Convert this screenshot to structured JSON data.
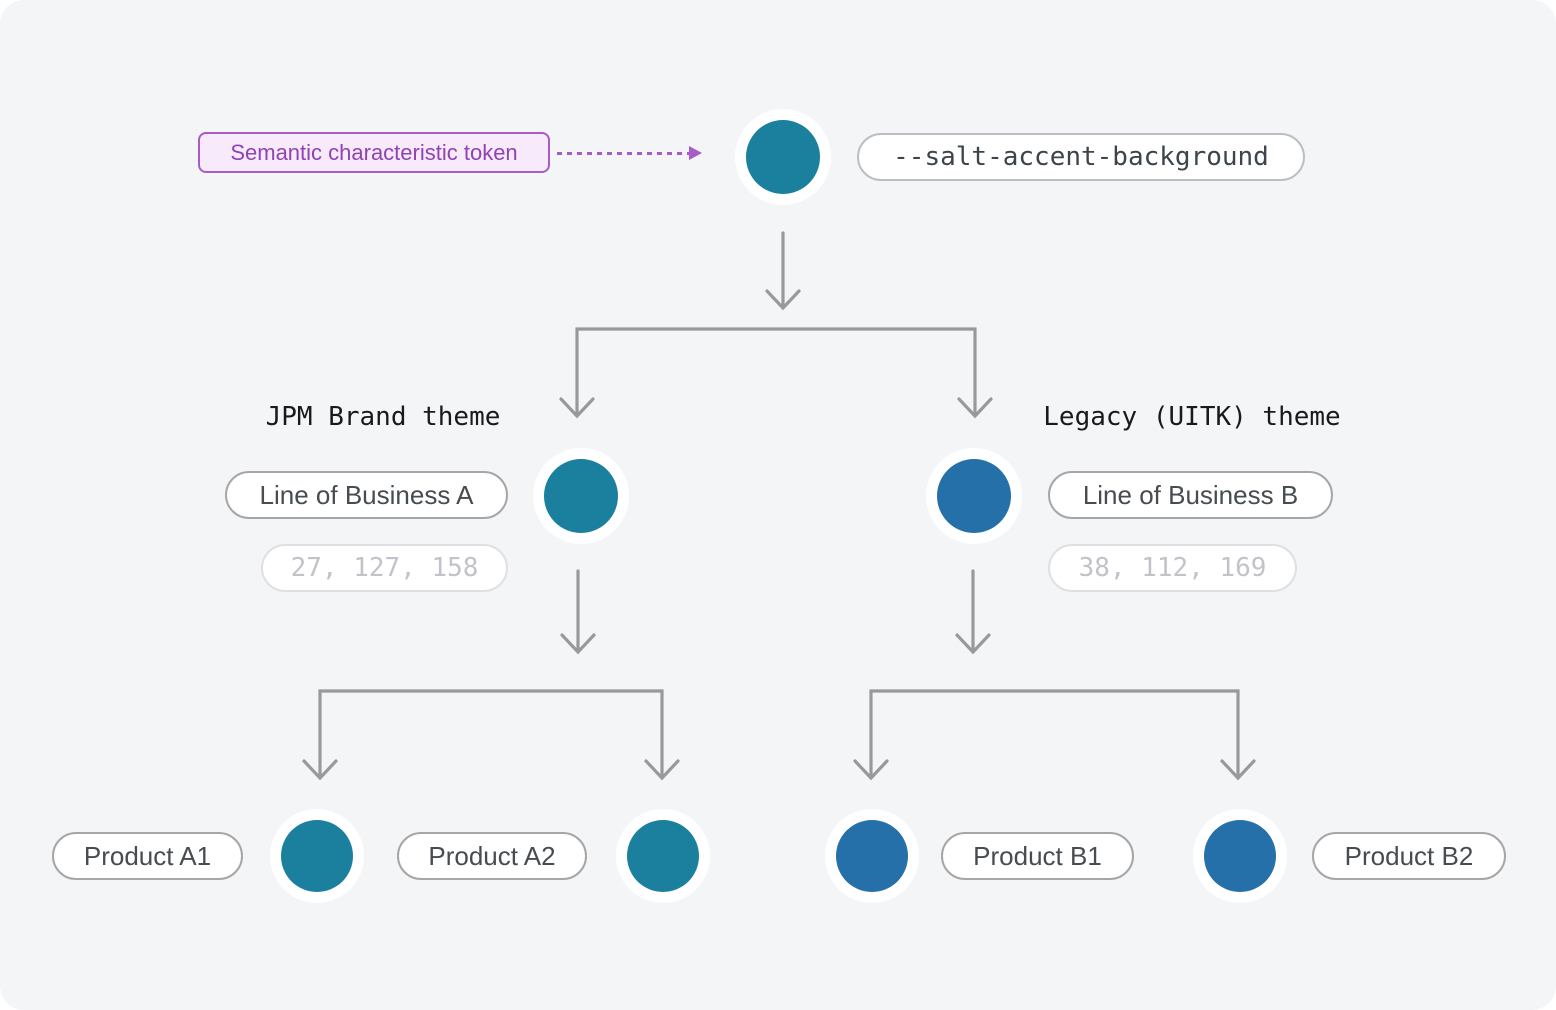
{
  "annotation": {
    "label": "Semantic characteristic token"
  },
  "root": {
    "token": "--salt-accent-background"
  },
  "branches": [
    {
      "theme": "JPM Brand theme",
      "lob": "Line of Business A",
      "rgb": "27, 127, 158",
      "products": [
        "Product A1",
        "Product A2"
      ]
    },
    {
      "theme": "Legacy (UITK) theme",
      "lob": "Line of Business B",
      "rgb": "38, 112, 169",
      "products": [
        "Product B1",
        "Product B2"
      ]
    }
  ],
  "colors": {
    "accent_teal": "#1b7f9e",
    "accent_blue": "#2670a9",
    "annotation_purple": "#a75cc9",
    "arrow_gray": "#999999"
  }
}
